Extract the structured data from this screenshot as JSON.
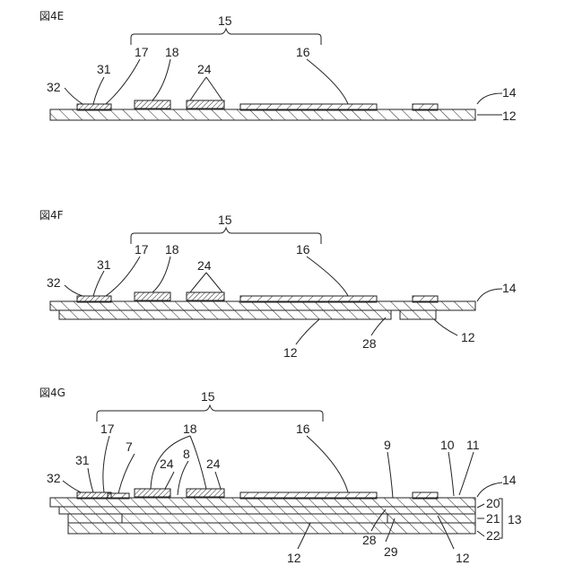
{
  "figures": [
    {
      "title": "図4E",
      "labels": {
        "l15": "15",
        "l17": "17",
        "l18": "18",
        "l24": "24",
        "l16": "16",
        "l31": "31",
        "l32": "32",
        "l14": "14",
        "l12": "12"
      }
    },
    {
      "title": "図4F",
      "labels": {
        "l15": "15",
        "l17": "17",
        "l18": "18",
        "l24": "24",
        "l16": "16",
        "l31": "31",
        "l32": "32",
        "l14": "14",
        "l12a": "12",
        "l28": "28",
        "l12b": "12"
      }
    },
    {
      "title": "図4G",
      "labels": {
        "l15": "15",
        "l17": "17",
        "l18": "18",
        "l31": "31",
        "l7": "7",
        "l24a": "24",
        "l8": "8",
        "l24b": "24",
        "l16": "16",
        "l32": "32",
        "l9": "9",
        "l10": "10",
        "l11": "11",
        "l14": "14",
        "l20": "20",
        "l21": "21",
        "l22": "22",
        "l13": "13",
        "l28": "28",
        "l29": "29",
        "l12a": "12",
        "l12b": "12"
      }
    }
  ]
}
